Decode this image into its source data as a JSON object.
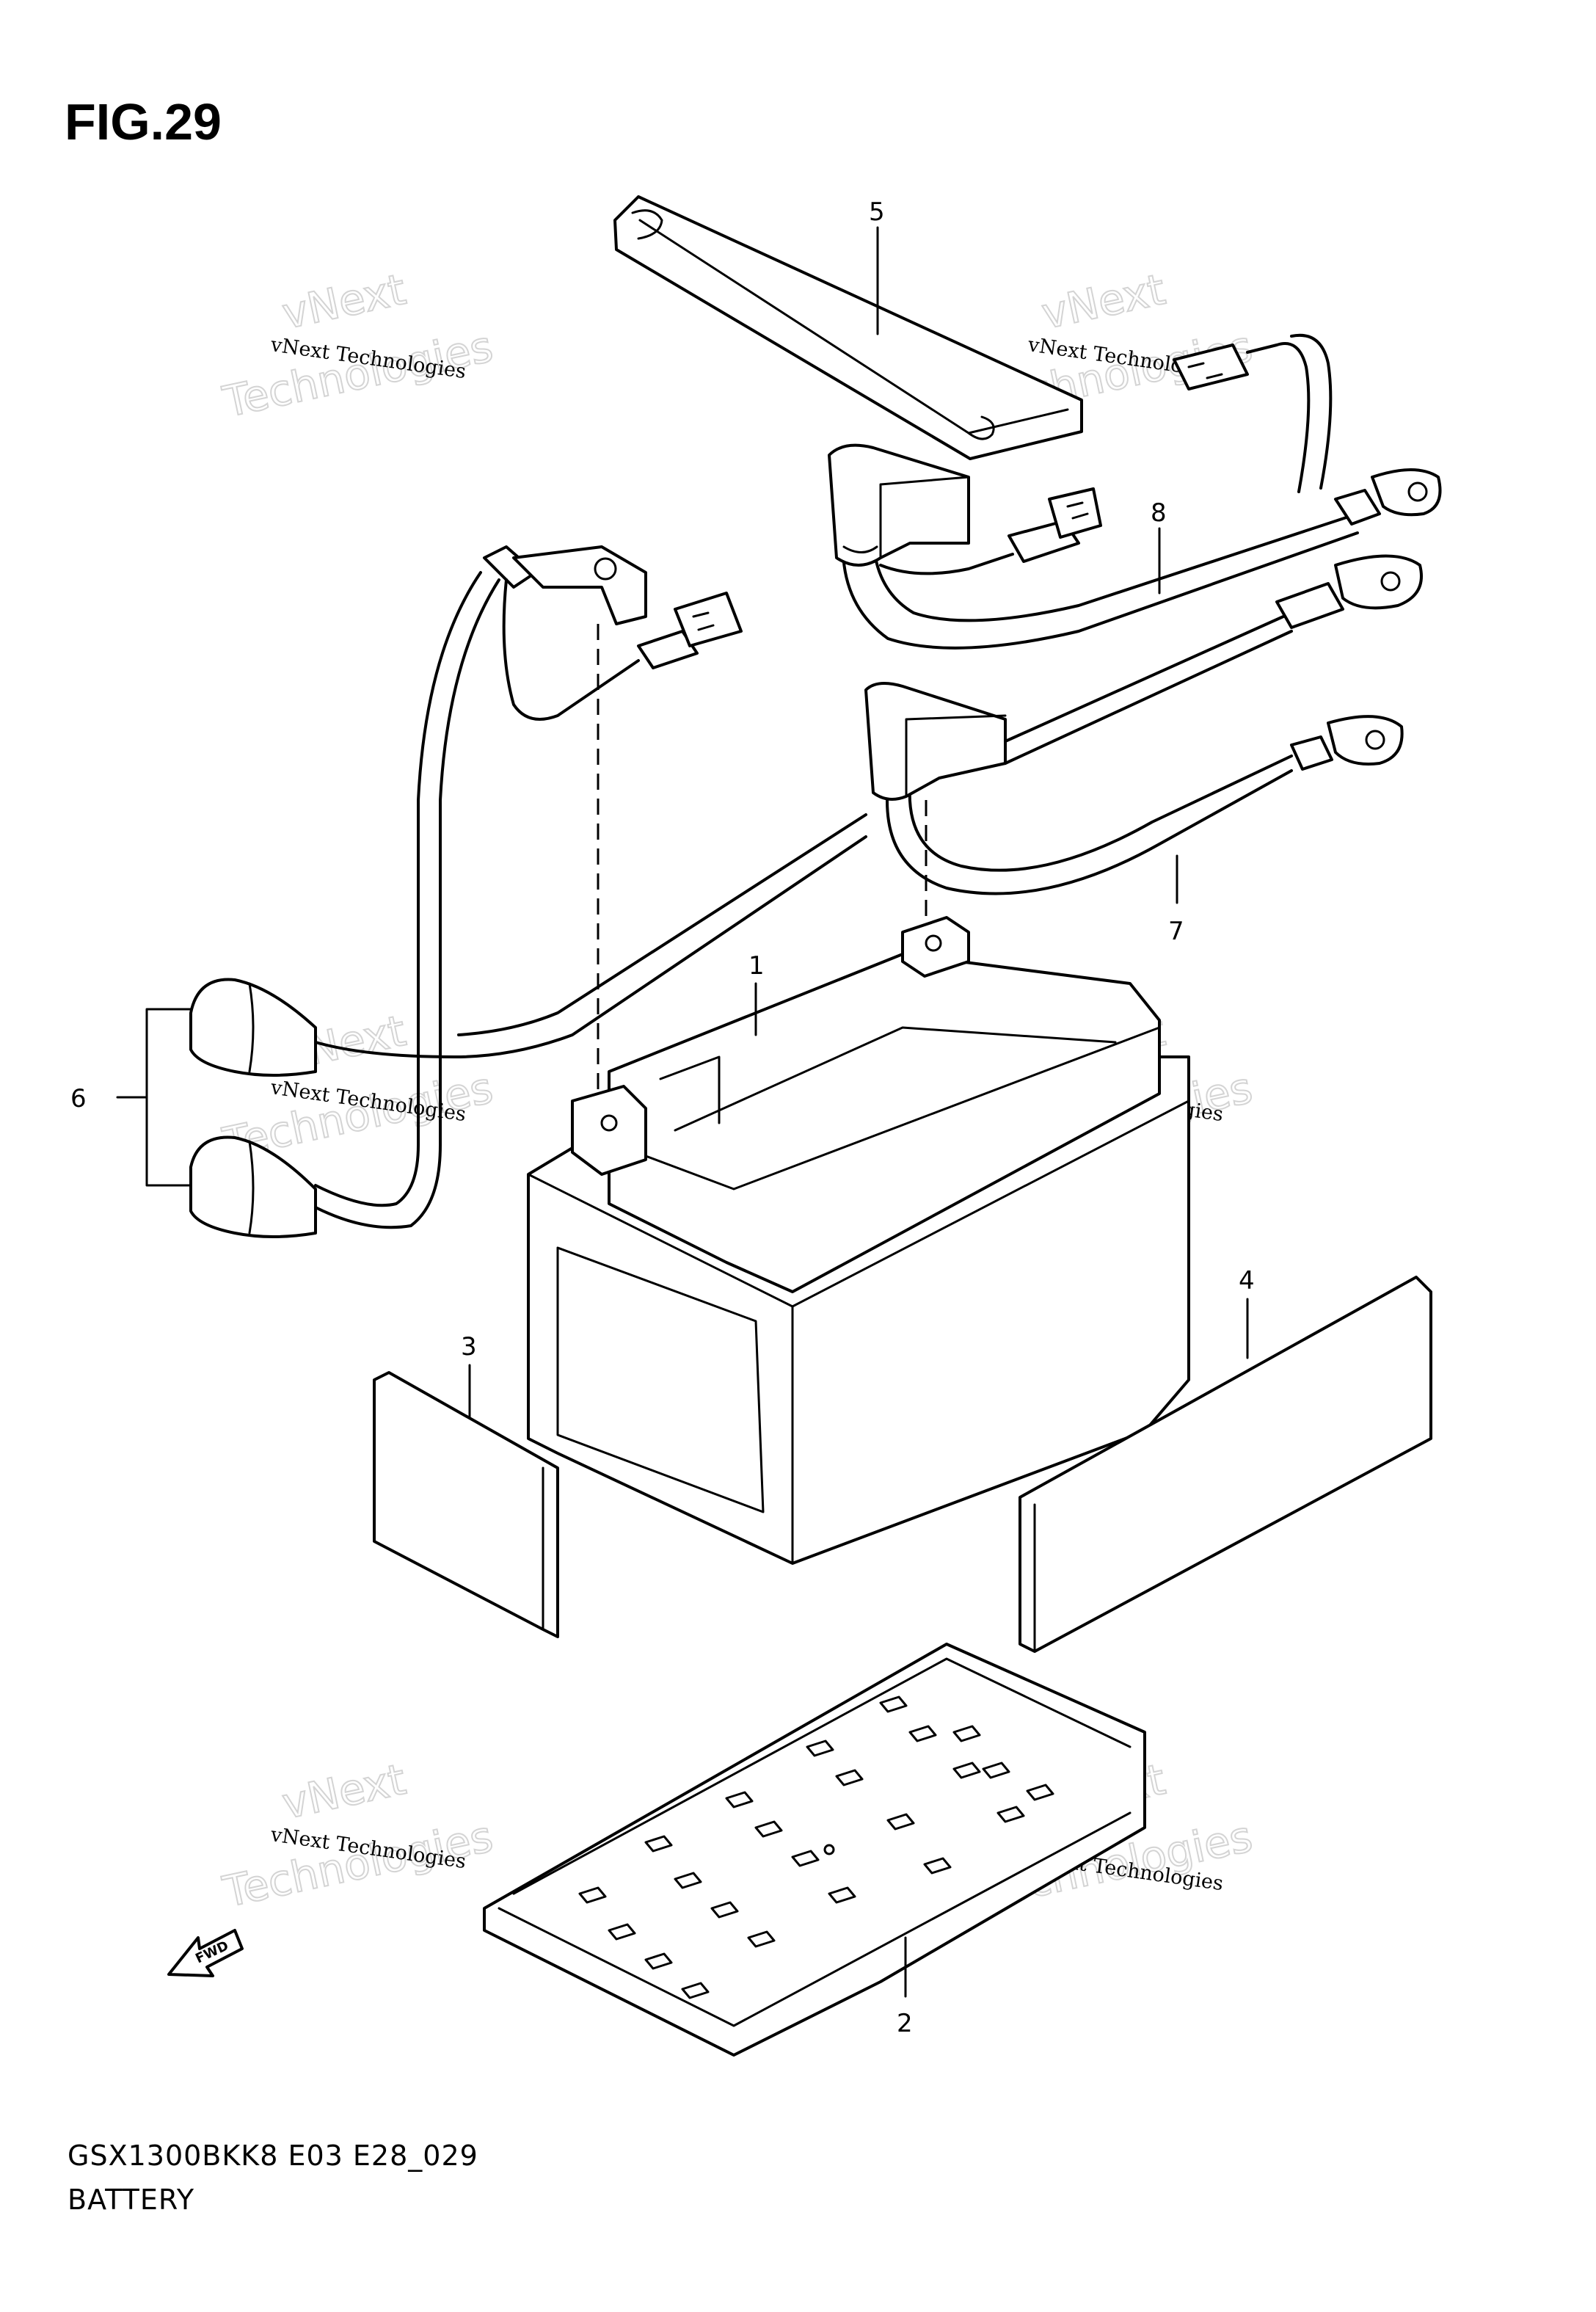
{
  "figure": {
    "title": "FIG.29",
    "code": "GSX1300BKK8 E03 E28_029",
    "name": "BATTERY"
  },
  "callouts": [
    "1",
    "2",
    "3",
    "4",
    "5",
    "6",
    "7",
    "8"
  ],
  "fwd_label": "FWD",
  "watermark": {
    "line1": "vNext Technologies",
    "line2": "vNext",
    "line3": "Technologies"
  },
  "colors": {
    "ink": "#000000",
    "watermark": "#d4d4d4",
    "background": "#ffffff"
  }
}
